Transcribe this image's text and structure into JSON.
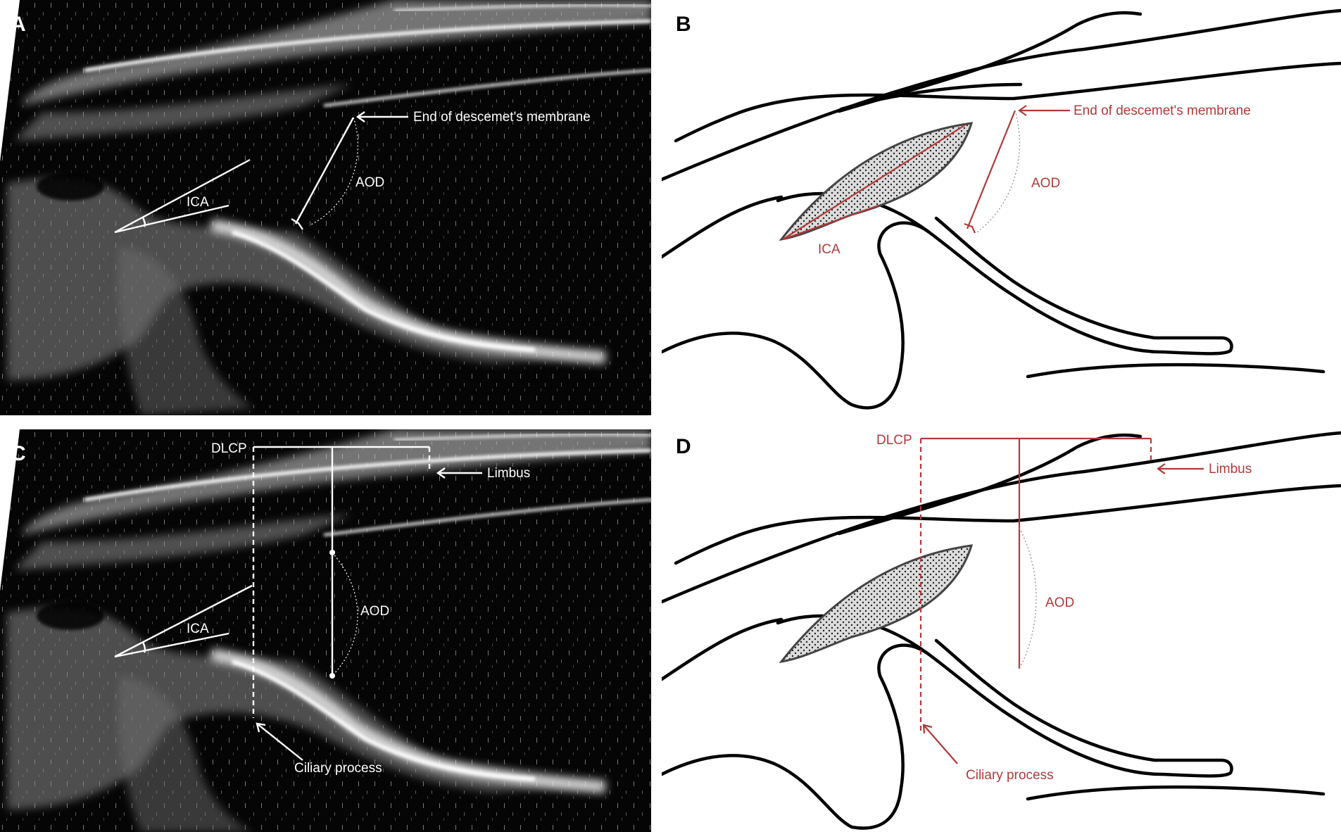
{
  "colors": {
    "ultrasound_bg": "#050505",
    "annotation_white": "#ffffff",
    "annotation_red": "#b03a3a",
    "anatomy_line": "#000000",
    "trabecular_fill": "#d9d9d9"
  },
  "panels": {
    "a": {
      "letter": "A",
      "labels": {
        "descemet": "End of descemet's membrane",
        "aod": "AOD",
        "ica": "ICA"
      }
    },
    "b": {
      "letter": "B",
      "labels": {
        "descemet": "End of descemet's membrane",
        "aod": "AOD",
        "ica": "ICA"
      }
    },
    "c": {
      "letter": "C",
      "labels": {
        "dlcp": "DLCP",
        "limbus": "Limbus",
        "aod": "AOD",
        "ica": "ICA",
        "ciliary": "Ciliary process"
      }
    },
    "d": {
      "letter": "D",
      "labels": {
        "dlcp": "DLCP",
        "limbus": "Limbus",
        "aod": "AOD",
        "ciliary": "Ciliary process"
      }
    }
  }
}
